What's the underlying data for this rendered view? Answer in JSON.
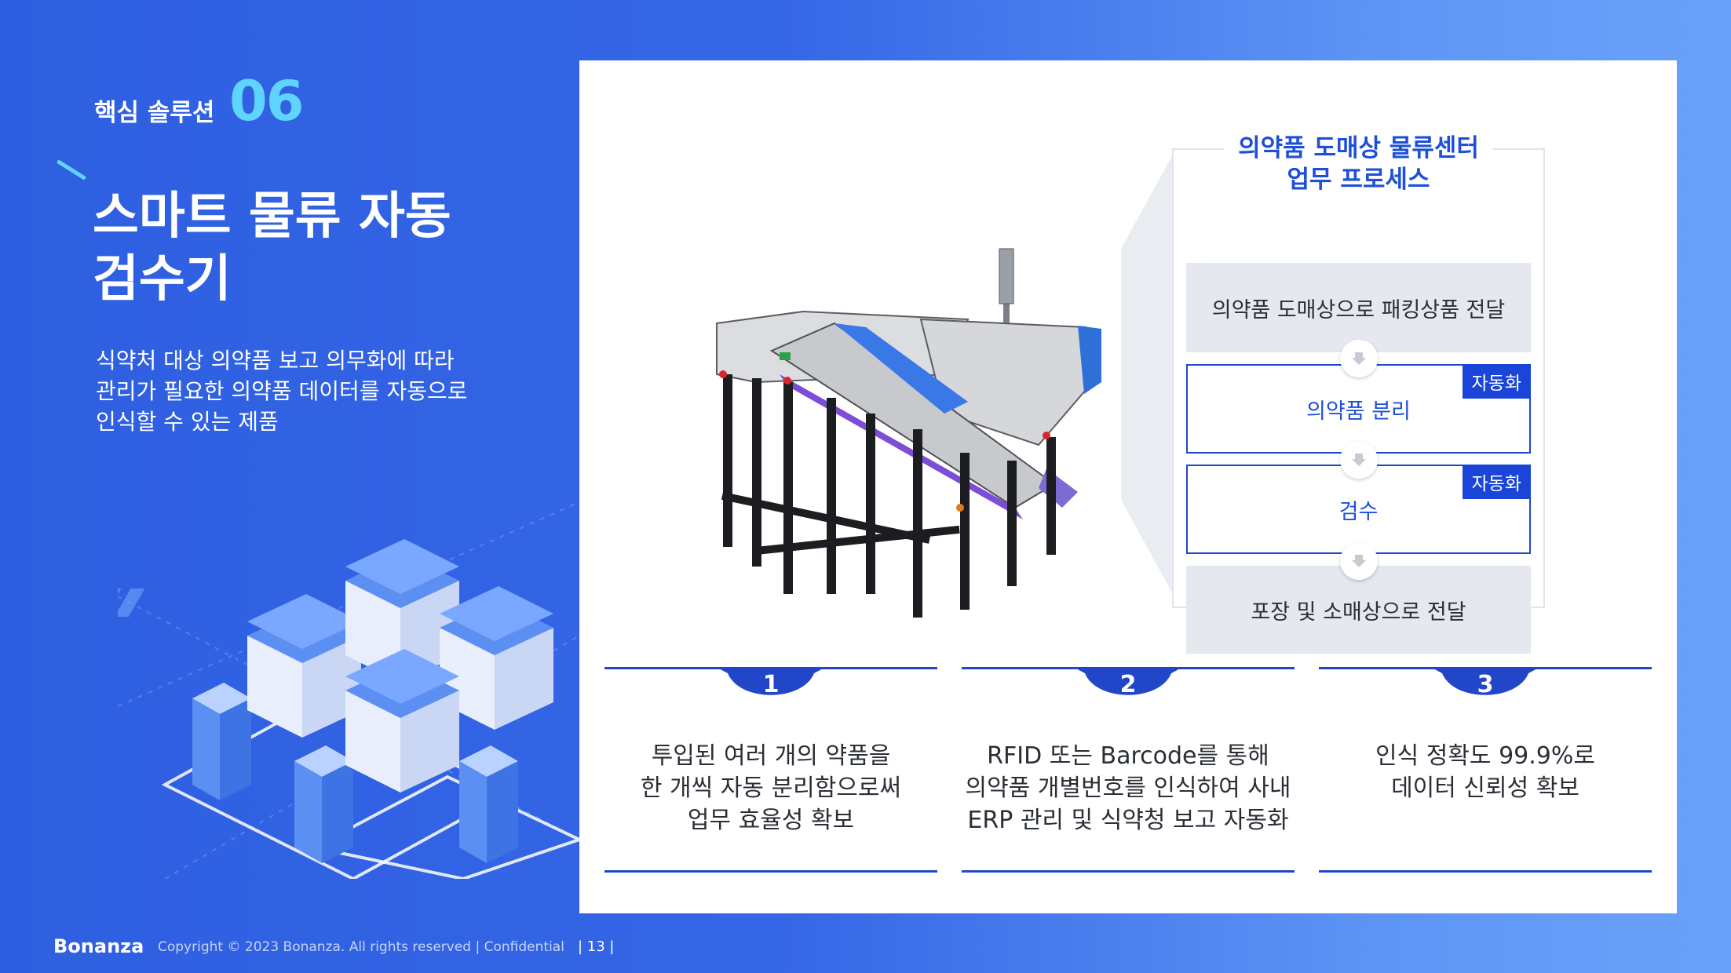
{
  "section": {
    "label": "핵심 솔루션",
    "number": "06"
  },
  "title": {
    "line1": "스마트 물류 자동",
    "line2": "검수기"
  },
  "description": {
    "line1": "식약처 대상 의약품 보고 의무화에 따라",
    "line2": "관리가 필요한 의약품 데이터를 자동으로",
    "line3": "인식할 수 있는 제품"
  },
  "process": {
    "title_line1": "의약품 도매상 물류센터",
    "title_line2": "업무 프로세스",
    "steps": [
      {
        "label": "의약품 도매상으로 패킹상품 전달",
        "badge": ""
      },
      {
        "label": "의약품 분리",
        "badge": "자동화"
      },
      {
        "label": "검수",
        "badge": "자동화"
      },
      {
        "label": "포장 및 소매상으로 전달",
        "badge": ""
      }
    ]
  },
  "features": [
    {
      "number": "1",
      "line1": "투입된 여러 개의 약품을",
      "line2": "한 개씩 자동 분리함으로써",
      "line3": "업무 효율성 확보"
    },
    {
      "number": "2",
      "line1": "RFID 또는 Barcode를 통해",
      "line2": "의약품 개별번호를 인식하여 사내",
      "line3": "ERP 관리 및 식약청 보고 자동화"
    },
    {
      "number": "3",
      "line1": "인식 정확도 99.9%로",
      "line2": "데이터 신뢰성 확보",
      "line3": ""
    }
  ],
  "footer": {
    "logo": "Bonanza",
    "copyright": "Copyright © 2023 Bonanza. All rights reserved  |  Confidential",
    "page": "|    13    |"
  },
  "colors": {
    "primary_blue": "#1d4fd8",
    "accent_cyan": "#5fd4ff",
    "step_gray": "#e5e8ee"
  }
}
